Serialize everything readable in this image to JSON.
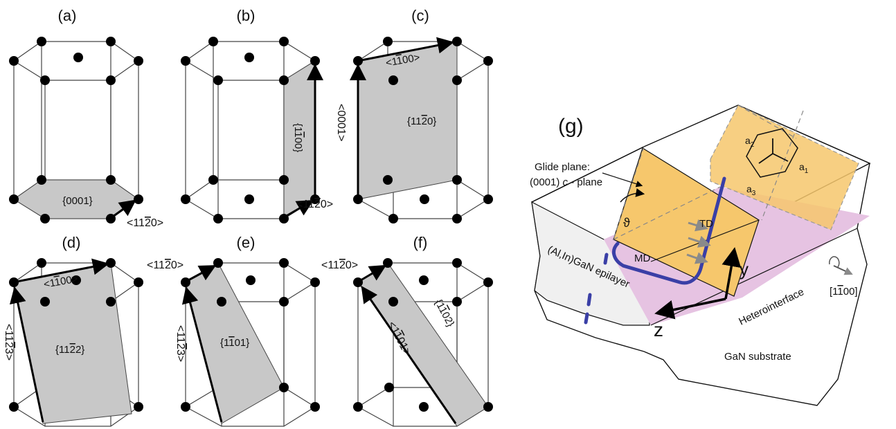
{
  "panels": {
    "a": {
      "letter": "(a)",
      "plane": "{0001}",
      "dir": "<11",
      "dir_bar": "2",
      "dir_tail": "0>"
    },
    "b": {
      "letter": "(b)",
      "plane_pre": "{1",
      "plane_bar": "1",
      "plane_post": "00}",
      "dir": "<11",
      "dir_bar": "2",
      "dir_tail": "0>"
    },
    "c": {
      "letter": "(c)",
      "dir1_pre": "<1",
      "dir1_bar": "1",
      "dir1_post": "00>",
      "plane_pre": "{11",
      "plane_bar": "2",
      "plane_post": "0}",
      "dir2": "<0001>"
    },
    "d": {
      "letter": "(d)",
      "dir1_pre": "<1",
      "dir1_bar": "1",
      "dir1_post": "00>",
      "plane_pre": "{11",
      "plane_bar": "2",
      "plane_post": "2}",
      "dir2_pre": "<11",
      "dir2_bar": "2",
      "dir2_post": "3>"
    },
    "e": {
      "letter": "(e)",
      "dir1_pre": "<11",
      "dir1_bar": "2",
      "dir1_post": "0>",
      "plane_pre": "{1",
      "plane_bar": "1",
      "plane_post": "01}",
      "dir2_pre": "<11",
      "dir2_bar": "2",
      "dir2_post": "3>"
    },
    "f": {
      "letter": "(f)",
      "dir1_pre": "<11",
      "dir1_bar": "2",
      "dir1_post": "0>",
      "plane_pre": "{1",
      "plane_bar": "1",
      "plane_post": "02}",
      "dir2_pre": "<1",
      "dir2_bar": "1",
      "dir2_post": "01>"
    }
  },
  "panel_g": {
    "letter": "(g)",
    "glide_line1": "Glide plane:",
    "glide_line2_a": "(0001) ",
    "glide_line2_c": "c",
    "glide_line2_b": " - plane",
    "theta": "ϑ",
    "td": "TD",
    "md": "MD",
    "epilayer": "(Al,In)GaN epilayer",
    "heterointerface": "Heterointerface",
    "substrate": "GaN substrate",
    "axis_y": "y",
    "axis_z": "z",
    "direction_pre": "[1",
    "direction_bar": "1",
    "direction_post": "00]",
    "a1": "a",
    "a1_sub": "1",
    "a2": "a",
    "a2_sub": "2",
    "a3": "a",
    "a3_sub": "3"
  },
  "colors": {
    "plane_fill": "#c8c8c8",
    "atom": "#000000",
    "glide_fill": "#f6c76c",
    "interface_fill": "#e6c3e2",
    "epilayer_fill": "#f0f0f0",
    "dislocation": "#3a3fa6",
    "gray_arrow": "#8a8a8a"
  }
}
